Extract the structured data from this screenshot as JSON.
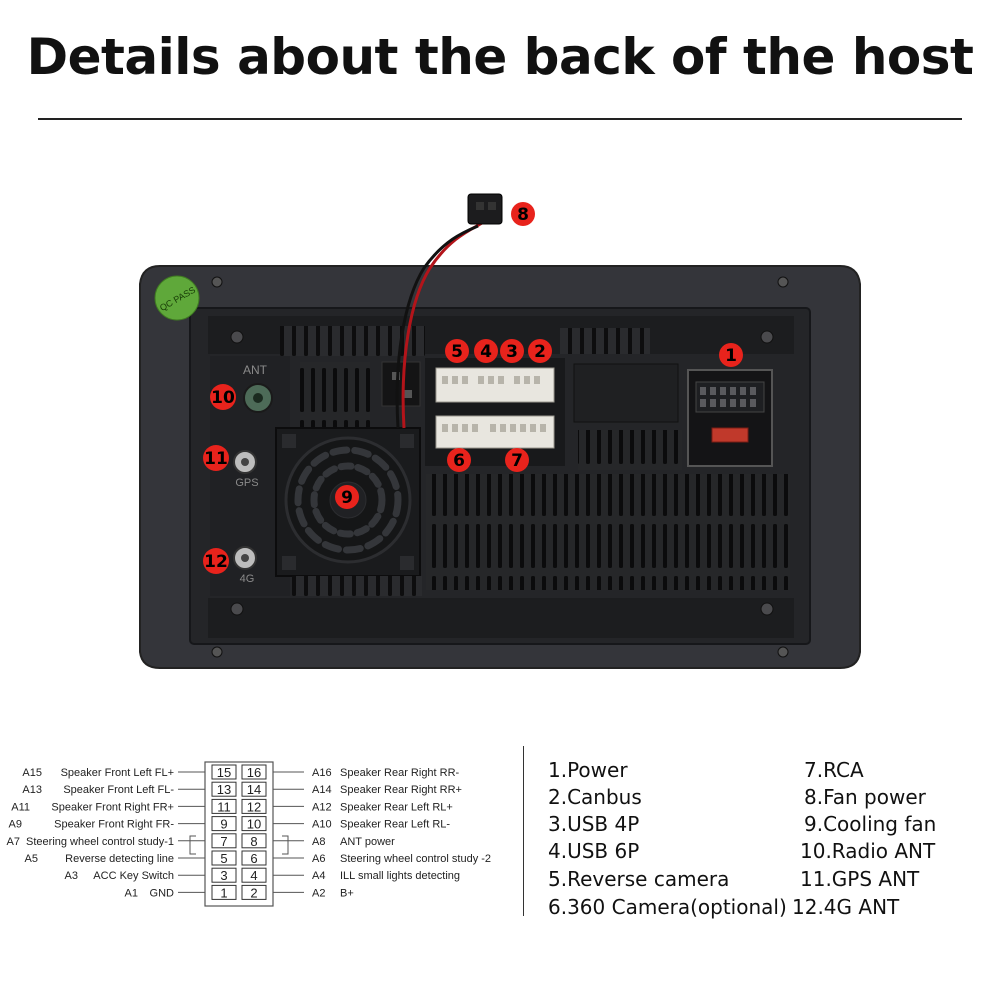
{
  "header": {
    "title": "Details about the back of the host"
  },
  "device": {
    "sticker_text": "QC PASS",
    "port_labels": {
      "ant": "ANT",
      "gps": "GPS",
      "g4": "4G"
    },
    "badges": [
      {
        "id": "1",
        "label": "1"
      },
      {
        "id": "2",
        "label": "2"
      },
      {
        "id": "3",
        "label": "3"
      },
      {
        "id": "4",
        "label": "4"
      },
      {
        "id": "5",
        "label": "5"
      },
      {
        "id": "6",
        "label": "6"
      },
      {
        "id": "7",
        "label": "7"
      },
      {
        "id": "8",
        "label": "8"
      },
      {
        "id": "9",
        "label": "9"
      },
      {
        "id": "10",
        "label": "10"
      },
      {
        "id": "11",
        "label": "11"
      },
      {
        "id": "12",
        "label": "12"
      }
    ],
    "colors": {
      "badge_fill": "#e8231c",
      "housing": "#2f3033",
      "panel": "#1d1e20",
      "wire": "#b3141a"
    }
  },
  "pinout": {
    "left": [
      {
        "code": "A15",
        "desc": "Speaker Front Left FL+",
        "pin": "15"
      },
      {
        "code": "A13",
        "desc": "Speaker Front Left FL-",
        "pin": "13"
      },
      {
        "code": "A11",
        "desc": "Speaker Front Right FR+",
        "pin": "11"
      },
      {
        "code": "A9",
        "desc": "Speaker Front Right FR-",
        "pin": "9"
      },
      {
        "code": "A7",
        "desc": "Steering wheel control study-1",
        "pin": "7"
      },
      {
        "code": "A5",
        "desc": "Reverse detecting line",
        "pin": "5"
      },
      {
        "code": "A3",
        "desc": "ACC Key Switch",
        "pin": "3"
      },
      {
        "code": "A1",
        "desc": "GND",
        "pin": "1"
      }
    ],
    "right": [
      {
        "code": "A16",
        "desc": "Speaker Rear Right RR-",
        "pin": "16"
      },
      {
        "code": "A14",
        "desc": "Speaker Rear Right RR+",
        "pin": "14"
      },
      {
        "code": "A12",
        "desc": "Speaker Rear Left RL+",
        "pin": "12"
      },
      {
        "code": "A10",
        "desc": "Speaker Rear Left RL-",
        "pin": "10"
      },
      {
        "code": "A8",
        "desc": "ANT power",
        "pin": "8"
      },
      {
        "code": "A6",
        "desc": "Steering wheel control study -2",
        "pin": "6"
      },
      {
        "code": "A4",
        "desc": "ILL small lights detecting",
        "pin": "4"
      },
      {
        "code": "A2",
        "desc": "B+",
        "pin": "2"
      }
    ]
  },
  "legend": {
    "col1": [
      "1.Power",
      "2.Canbus",
      "3.USB 4P",
      "4.USB 6P",
      "5.Reverse camera",
      "6.360 Camera(optional)"
    ],
    "col2": [
      "7.RCA",
      "8.Fan power",
      "9.Cooling fan",
      "10.Radio ANT",
      "11.GPS ANT",
      "12.4G ANT"
    ]
  }
}
